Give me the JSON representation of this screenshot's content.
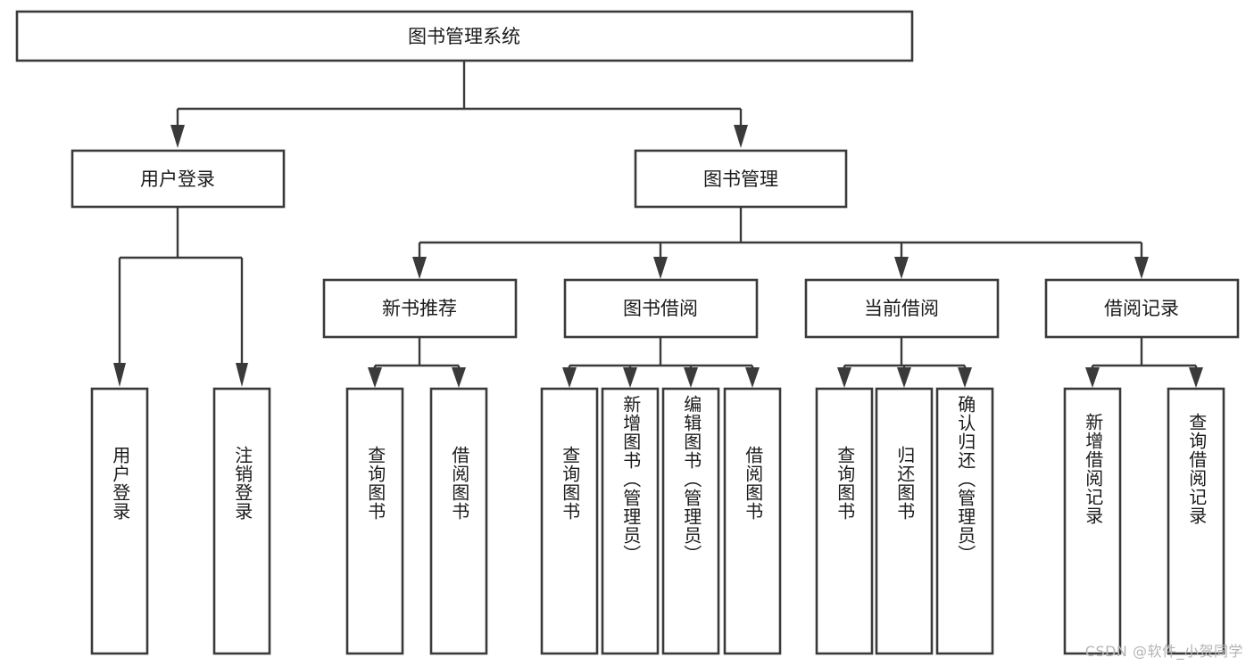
{
  "diagram": {
    "type": "tree-hierarchy-chart",
    "title": "图书管理系统",
    "background_color": "#ffffff",
    "line_color": "#3a3a3a",
    "text_color": "#1b1b1b",
    "root": {
      "label": "图书管理系统"
    },
    "level2": [
      {
        "label": "用户登录"
      },
      {
        "label": "图书管理"
      }
    ],
    "level3": [
      {
        "label": "新书推荐"
      },
      {
        "label": "图书借阅"
      },
      {
        "label": "当前借阅"
      },
      {
        "label": "借阅记录"
      }
    ],
    "leaves": {
      "user_login": [
        {
          "label": "用户登录"
        },
        {
          "label": "注销登录"
        }
      ],
      "new_book_recommend": [
        {
          "label": "查询图书"
        },
        {
          "label": "借阅图书"
        }
      ],
      "book_borrow": [
        {
          "label": "查询图书"
        },
        {
          "label": "新增图书（管理员）"
        },
        {
          "label": "编辑图书（管理员）"
        },
        {
          "label": "借阅图书"
        }
      ],
      "current_borrow": [
        {
          "label": "查询图书"
        },
        {
          "label": "归还图书"
        },
        {
          "label": "确认归还（管理员）"
        }
      ],
      "borrow_record": [
        {
          "label": "新增借阅记录"
        },
        {
          "label": "查询借阅记录"
        }
      ]
    }
  },
  "watermark": {
    "text": "CSDN @软件_小贺同学"
  }
}
